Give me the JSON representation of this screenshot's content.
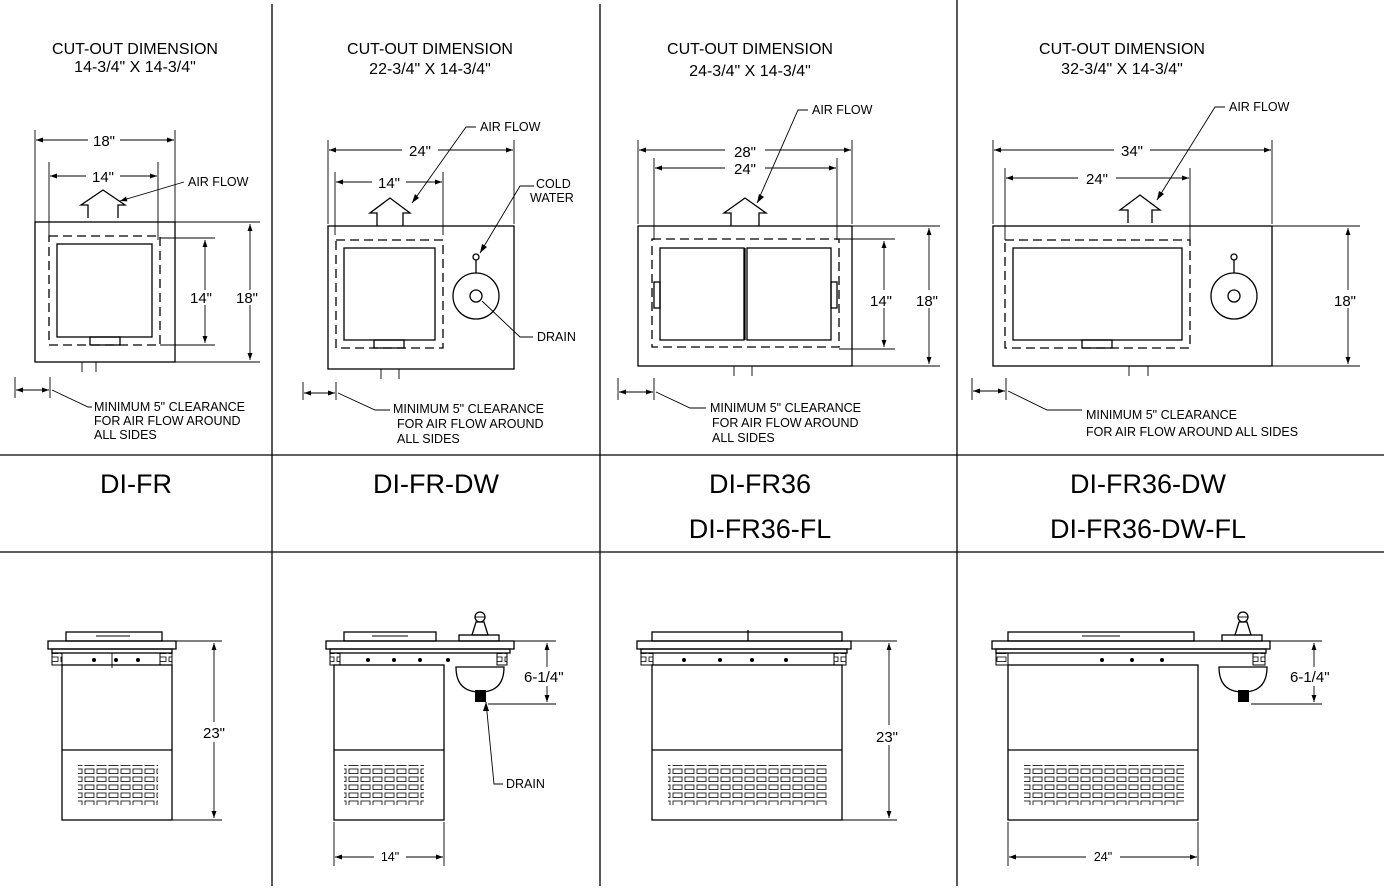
{
  "panels": [
    {
      "cutout_title": "CUT-OUT DIMENSION",
      "cutout_size": "14-3/4\" X 14-3/4\"",
      "width_outer": "18\"",
      "width_inner": "14\"",
      "height_inner": "14\"",
      "height_outer": "18\"",
      "air_flow": "AIR FLOW",
      "clearance_lines": [
        "MINIMUM 5\" CLEARANCE",
        "FOR AIR FLOW AROUND",
        "ALL SIDES"
      ],
      "models": [
        "DI-FR"
      ],
      "side_height": "23\""
    },
    {
      "cutout_title": "CUT-OUT DIMENSION",
      "cutout_size": "22-3/4\" X 14-3/4\"",
      "width_outer": "24\"",
      "width_inner": "14\"",
      "air_flow": "AIR FLOW",
      "cold_water": [
        "COLD",
        "WATER"
      ],
      "drain": "DRAIN",
      "clearance_lines": [
        "MINIMUM 5\" CLEARANCE",
        "FOR AIR FLOW AROUND",
        "ALL SIDES"
      ],
      "models": [
        "DI-FR-DW"
      ],
      "side_drop": "6-1/4\"",
      "side_drain": "DRAIN",
      "side_width": "14\""
    },
    {
      "cutout_title": "CUT-OUT DIMENSION",
      "cutout_size": "24-3/4\" X 14-3/4\"",
      "width_outer": "28\"",
      "width_inner": "24\"",
      "height_inner": "14\"",
      "height_outer": "18\"",
      "air_flow": "AIR FLOW",
      "clearance_lines": [
        "MINIMUM 5\" CLEARANCE",
        "FOR AIR FLOW AROUND",
        "ALL SIDES"
      ],
      "models": [
        "DI-FR36",
        "DI-FR36-FL"
      ],
      "side_height": "23\""
    },
    {
      "cutout_title": "CUT-OUT DIMENSION",
      "cutout_size": "32-3/4\" X 14-3/4\"",
      "width_outer": "34\"",
      "width_inner": "24\"",
      "height_outer": "18\"",
      "air_flow": "AIR FLOW",
      "clearance_lines": [
        "MINIMUM 5\" CLEARANCE",
        "FOR AIR FLOW AROUND ALL SIDES"
      ],
      "models": [
        "DI-FR36-DW",
        "DI-FR36-DW-FL"
      ],
      "side_drop": "6-1/4\"",
      "side_width": "24\""
    }
  ]
}
